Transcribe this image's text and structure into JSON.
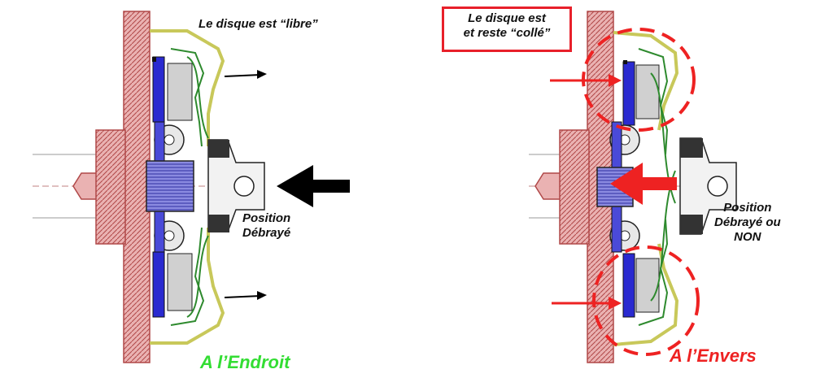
{
  "left_panel": {
    "top_label": "Le disque est “libre”",
    "position_label": [
      "Position",
      "Débrayé"
    ],
    "title": "A l’Endroit",
    "title_color": "#33dd33"
  },
  "right_panel": {
    "boxed_label": [
      "Le disque est",
      "et reste “collé”"
    ],
    "position_label": [
      "Position",
      "Débrayé ou",
      "NON"
    ],
    "title": "A l’Envers",
    "title_color": "#ee2222"
  },
  "colors": {
    "flywheel": "#e8a8a8",
    "flywheel_hatch": "#b04848",
    "friction_disc": "#2a2ad0",
    "spring_green": "#2e8a2e",
    "cover_yellow": "#c8c85a",
    "bearing": "#333333",
    "arrow_black": "#000000",
    "arrow_red": "#ee2222"
  }
}
